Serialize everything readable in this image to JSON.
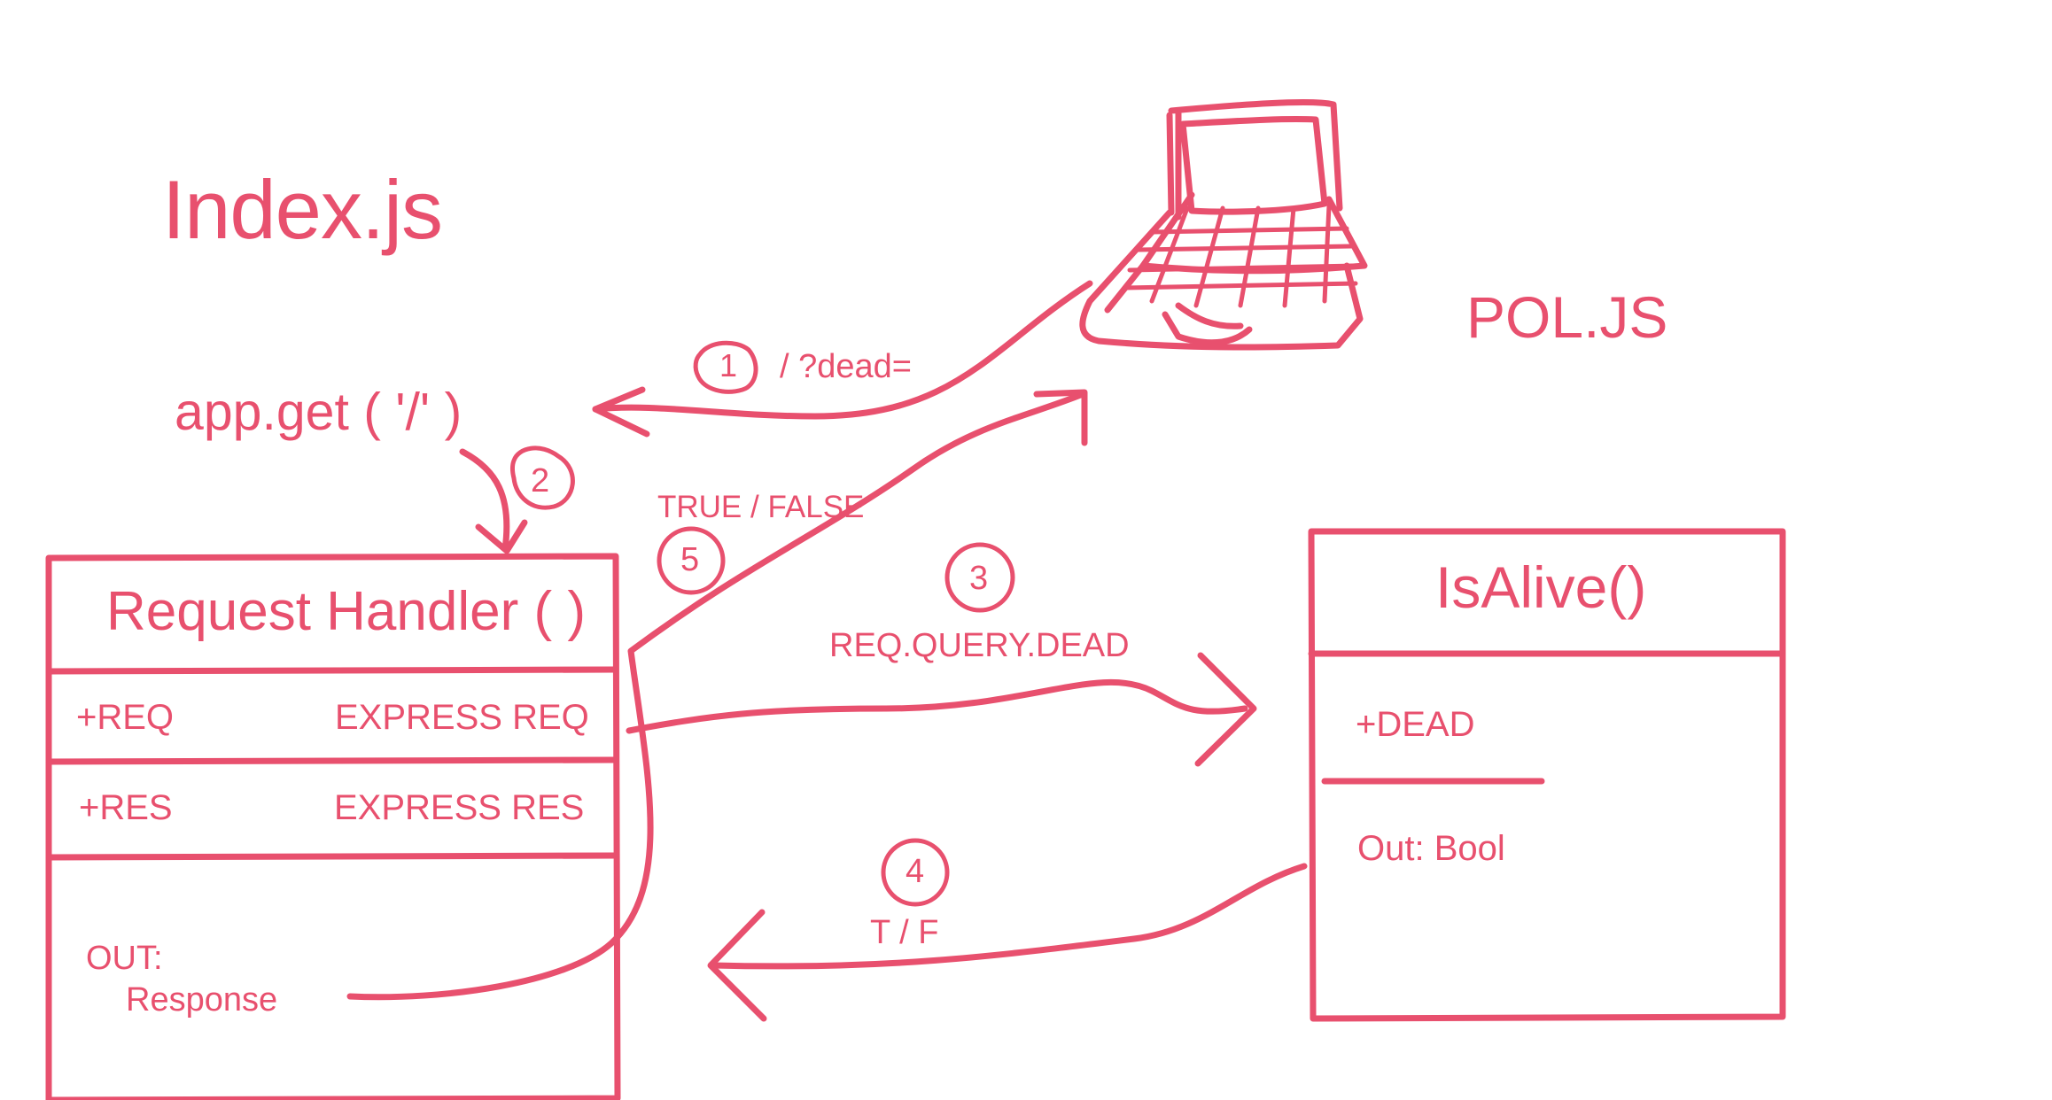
{
  "colors": {
    "ink": "#e8506e",
    "background": "#ffffff"
  },
  "file_title": "Index.js",
  "client_title": "POL.JS",
  "route": "app.get ( '/' )",
  "steps": {
    "s1": {
      "num": "1",
      "label": "/ ?dead="
    },
    "s2": {
      "num": "2"
    },
    "s3": {
      "num": "3",
      "label": "REQ.QUERY.DEAD"
    },
    "s4": {
      "num": "4",
      "label": "T / F"
    },
    "s5": {
      "num": "5",
      "label": "TRUE / FALSE"
    }
  },
  "request_handler": {
    "title": "Request Handler ( )",
    "rows": [
      {
        "name": "+REQ",
        "type": "EXPRESS REQ"
      },
      {
        "name": "+RES",
        "type": "EXPRESS RES"
      }
    ],
    "out_label": "OUT:",
    "out_value": "Response"
  },
  "is_alive": {
    "title": "IsAlive()",
    "param": "+DEAD",
    "out": "Out: Bool"
  },
  "icons": {
    "client": "laptop-icon"
  }
}
